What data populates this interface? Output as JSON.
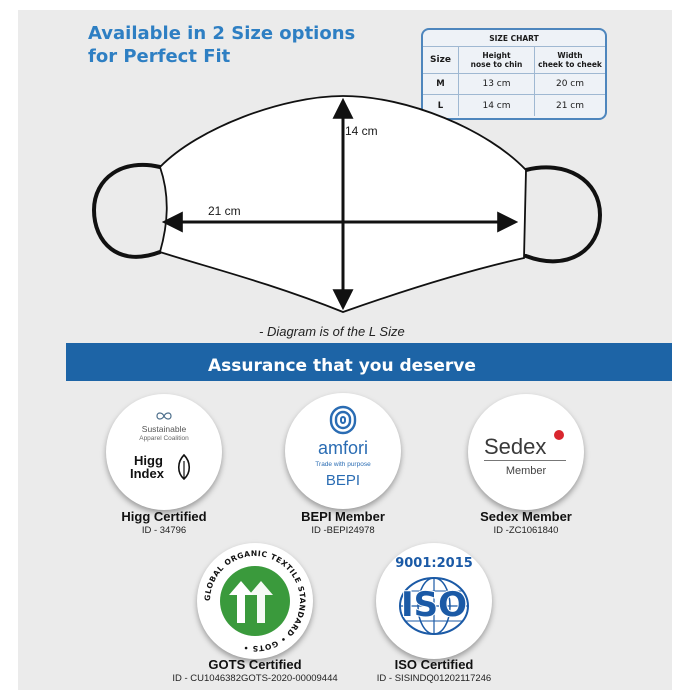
{
  "header": {
    "line1": "Available in 2 Size options",
    "line2": "for Perfect Fit"
  },
  "size_chart": {
    "title": "SIZE CHART",
    "col_size": "Size",
    "col_height_1": "Height",
    "col_height_2": "nose to chin",
    "col_width_1": "Width",
    "col_width_2": "cheek to cheek",
    "rows": [
      {
        "size": "M",
        "height": "13 cm",
        "width": "20 cm"
      },
      {
        "size": "L",
        "height": "14 cm",
        "width": "21 cm"
      }
    ]
  },
  "diagram": {
    "height_label": "14 cm",
    "width_label": "21 cm",
    "note": "- Diagram is of the L Size"
  },
  "assurance": {
    "title": "Assurance that you deserve"
  },
  "certs": [
    {
      "name": "Higg Certified",
      "id": "ID - 34796",
      "logo_line1": "Sustainable",
      "logo_line2": "Apparel Coalition",
      "logo_higg1": "Higg",
      "logo_higg2": "Index"
    },
    {
      "name": "BEPI Member",
      "id": "ID -BEPI24978",
      "logo_brand": "amfori",
      "logo_tag": "Trade with purpose",
      "logo_sub": "BEPI"
    },
    {
      "name": "Sedex Member",
      "id": "ID -ZC1061840",
      "logo_brand": "Sedex",
      "logo_sub": "Member"
    },
    {
      "name": "GOTS Certified",
      "id": "ID - CU1046382GOTS-2020-00009444",
      "logo_ring": "GLOBAL ORGANIC TEXTILE STANDARD • GOTS •"
    },
    {
      "name": "ISO Certified",
      "id": "ID - SISINDQ01202117246",
      "logo_top": "9001:2015",
      "logo_main": "ISO"
    }
  ],
  "colors": {
    "headline": "#2e7fc3",
    "banner": "#1d64a6",
    "background": "#ebebeb",
    "gots_green": "#3a9a3c",
    "iso_blue": "#1b5aa6",
    "sedex_red": "#d9262e"
  }
}
